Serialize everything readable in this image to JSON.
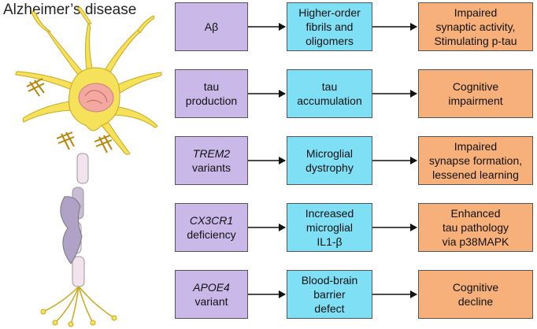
{
  "title": "Alzheimer’s disease",
  "rows": [
    {
      "cause": "Aβ",
      "cause_rest": "",
      "cause_italic": false,
      "mid": "Higher-order\nfibrils and\noligomers",
      "effect": "Impaired\nsynaptic activity,\nStimulating p-tau"
    },
    {
      "cause": "tau",
      "cause_rest": "production",
      "cause_italic": false,
      "mid": "tau\naccumulation",
      "effect": "Cognitive\nimpairment"
    },
    {
      "cause": "TREM2",
      "cause_rest": "variants",
      "cause_italic": true,
      "mid": "Microglial\ndystrophy",
      "effect": "Impaired\nsynapse formation,\nlessened learning"
    },
    {
      "cause": "CX3CR1",
      "cause_rest": "deficiency",
      "cause_italic": true,
      "mid": "Increased\nmicroglial\nIL1-β",
      "effect": "Enhanced\ntau pathology\nvia p38MAPK"
    },
    {
      "cause": "APOE4",
      "cause_rest": "variant",
      "cause_italic": true,
      "mid": "Blood-brain\nbarrier\ndefect",
      "effect": "Cognitive\ndecline"
    }
  ],
  "colors": {
    "cause": "#c9b8e8",
    "mid": "#7fdff5",
    "effect": "#f7b07a",
    "neuron": "#f5e15a"
  }
}
